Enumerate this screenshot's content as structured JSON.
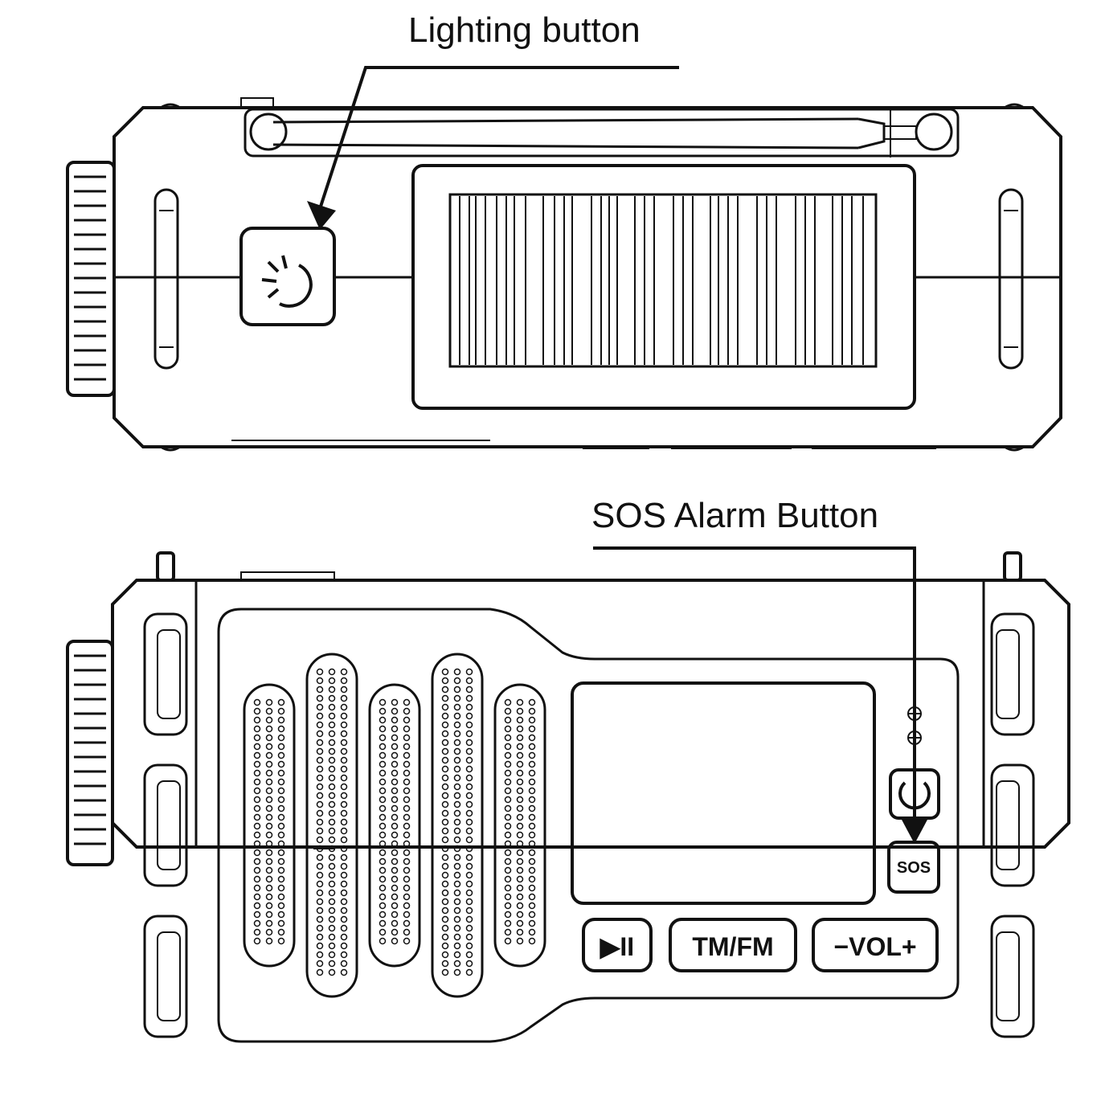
{
  "callouts": {
    "lighting": "Lighting button",
    "sos": "SOS Alarm Button"
  },
  "buttons": {
    "sos": "SOS",
    "play_pause": "▶II",
    "band": "TM/FM",
    "volume": "−VOL+"
  },
  "icons": {
    "lighting": "flashlight-power-icon",
    "power": "power-icon",
    "usb": "usb-port-icon"
  },
  "colors": {
    "line": "#111111",
    "background": "#ffffff"
  }
}
